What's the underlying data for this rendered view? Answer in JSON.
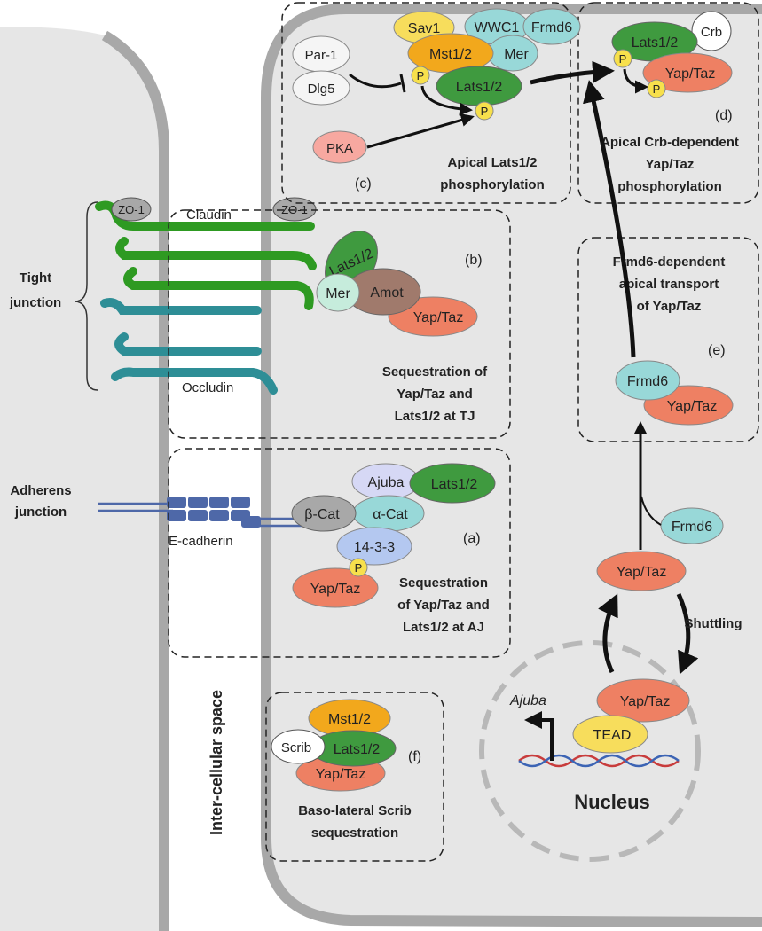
{
  "side_labels": {
    "tight_junction": [
      "Tight",
      "junction"
    ],
    "adherens_junction": [
      "Adherens",
      "junction"
    ],
    "intercellular_space": "Inter-cellular space"
  },
  "junction_labels": {
    "claudin": "Claudin",
    "occludin": "Occludin",
    "e_cadherin": "E-cadherin",
    "zo1_left": "ZO-1",
    "zo1_right": "ZO-1"
  },
  "panel_c": {
    "tag": "(c)",
    "caption": [
      "Apical Lats1/2",
      "phosphorylation"
    ],
    "proteins": {
      "sav1": "Sav1",
      "wwc1": "WWC1",
      "frmd6": "Frmd6",
      "mst": "Mst1/2",
      "mer": "Mer",
      "par1": "Par-1",
      "dlg5": "Dlg5",
      "lats": "Lats1/2",
      "pka": "PKA",
      "p1": "P",
      "p2": "P"
    }
  },
  "panel_d": {
    "tag": "(d)",
    "caption": [
      "Apical Crb-dependent",
      "Yap/Taz",
      "phosphorylation"
    ],
    "proteins": {
      "lats": "Lats1/2",
      "crb": "Crb",
      "yap": "Yap/Taz",
      "p1": "P",
      "p2": "P"
    }
  },
  "panel_b": {
    "tag": "(b)",
    "caption": [
      "Sequestration of",
      "Yap/Taz and",
      "Lats1/2 at TJ"
    ],
    "proteins": {
      "lats": "Lats1/2",
      "mer": "Mer",
      "amot": "Amot",
      "yap": "Yap/Taz"
    }
  },
  "panel_a": {
    "tag": "(a)",
    "caption": [
      "Sequestration",
      "of Yap/Taz and",
      "Lats1/2 at AJ"
    ],
    "proteins": {
      "ajuba": "Ajuba",
      "lats": "Lats1/2",
      "bcat": "β-Cat",
      "acat": "α-Cat",
      "p1433": "14-3-3",
      "p": "P",
      "yap": "Yap/Taz"
    }
  },
  "panel_e": {
    "tag": "(e)",
    "caption": [
      "Frmd6-dependent",
      "apical transport",
      "of Yap/Taz"
    ],
    "proteins": {
      "frmd6": "Frmd6",
      "yap": "Yap/Taz",
      "frmd6_free": "Frmd6"
    }
  },
  "panel_f": {
    "tag": "(f)",
    "caption": [
      "Baso-lateral Scrib",
      "sequestration"
    ],
    "proteins": {
      "mst": "Mst1/2",
      "scrib": "Scrib",
      "lats": "Lats1/2",
      "yap": "Yap/Taz"
    }
  },
  "nucleus": {
    "label": "Nucleus",
    "shuttling": "Shuttling",
    "gene": "Ajuba",
    "yap_cyto": "Yap/Taz",
    "yap_nuc": "Yap/Taz",
    "tead": "TEAD"
  },
  "colors": {
    "cell": "#e6e6e6",
    "membrane": "#a8a8a8",
    "lats_green": "#3f9a3f",
    "yap_salmon": "#ee8063",
    "mst_orange": "#f2a81c",
    "sav_yellow": "#f7dd5c",
    "teal_light": "#98d8d8",
    "mint": "#c6ecdc",
    "amot_brown": "#a07a6c",
    "phospho_yellow": "#f7e04c",
    "ajuba_lavender": "#d6d8f5",
    "p1433_blue": "#b4c8f0",
    "pka_pink": "#f7a8a0",
    "grey_protein": "#a8a8a8",
    "claudin_green": "#2e9a22",
    "occludin_teal": "#2e8e96",
    "cadherin_blue": "#4e68a8",
    "dna_red": "#c83c3c",
    "dna_blue": "#3c64b4"
  }
}
